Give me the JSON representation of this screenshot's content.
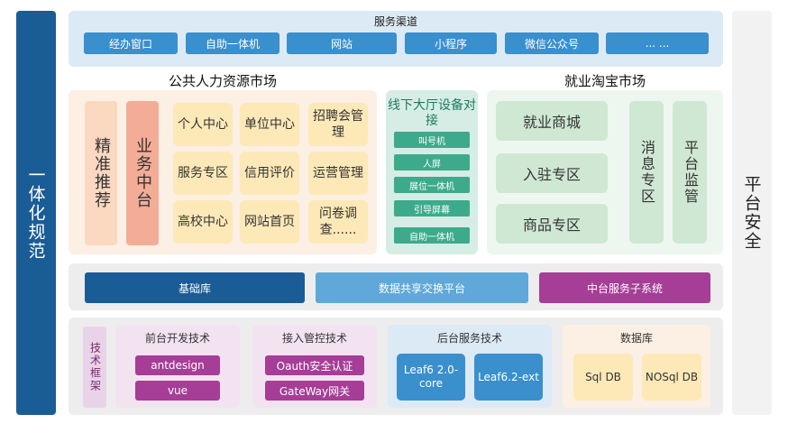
{
  "left_bar": {
    "label": "一体化规范"
  },
  "right_bar": {
    "label": "平台安全"
  },
  "channels": {
    "title": "服务渠道",
    "items": [
      "经办窗口",
      "自助一体机",
      "网站",
      "小程序",
      "微信公众号",
      "... ..."
    ]
  },
  "hr_market": {
    "title": "公共人力资源市场",
    "col1": "精准推荐",
    "col2": "业务中台",
    "items": [
      "个人中心",
      "单位中心",
      "招聘会管理",
      "服务专区",
      "信用评价",
      "运营管理",
      "高校中心",
      "网站首页",
      "问卷调查......"
    ]
  },
  "offline_hall": {
    "title": "线下大厅设备对接",
    "items": [
      "叫号机",
      "人屏",
      "展位一体机",
      "引导屏幕",
      "自助一体机"
    ]
  },
  "employment_market": {
    "title": "就业淘宝市场",
    "items": [
      "就业商城",
      "入驻专区",
      "商品专区"
    ],
    "col1": "消息专区",
    "col2": "平台监管"
  },
  "data_layer": {
    "items": [
      "基础库",
      "数据共享交换平台",
      "中台服务子系统"
    ]
  },
  "tech": {
    "label": "技术框架",
    "frontend": {
      "title": "前台开发技术",
      "items": [
        "antdesign",
        "vue"
      ]
    },
    "access": {
      "title": "接入管控技术",
      "items": [
        "Oauth安全认证",
        "GateWay网关"
      ]
    },
    "backend": {
      "title": "后台服务技术",
      "items": [
        "Leaf6 2.0-core",
        "Leaf6.2-ext"
      ]
    },
    "database": {
      "title": "数据库",
      "items": [
        "Sql DB",
        "NOSql DB"
      ]
    }
  },
  "colors": {
    "dark_blue": "#1a5c96",
    "light_blue": "#3a8fcd",
    "purple": "#a63d96",
    "green": "#3dab8b",
    "orange_light": "#fde9b7"
  }
}
